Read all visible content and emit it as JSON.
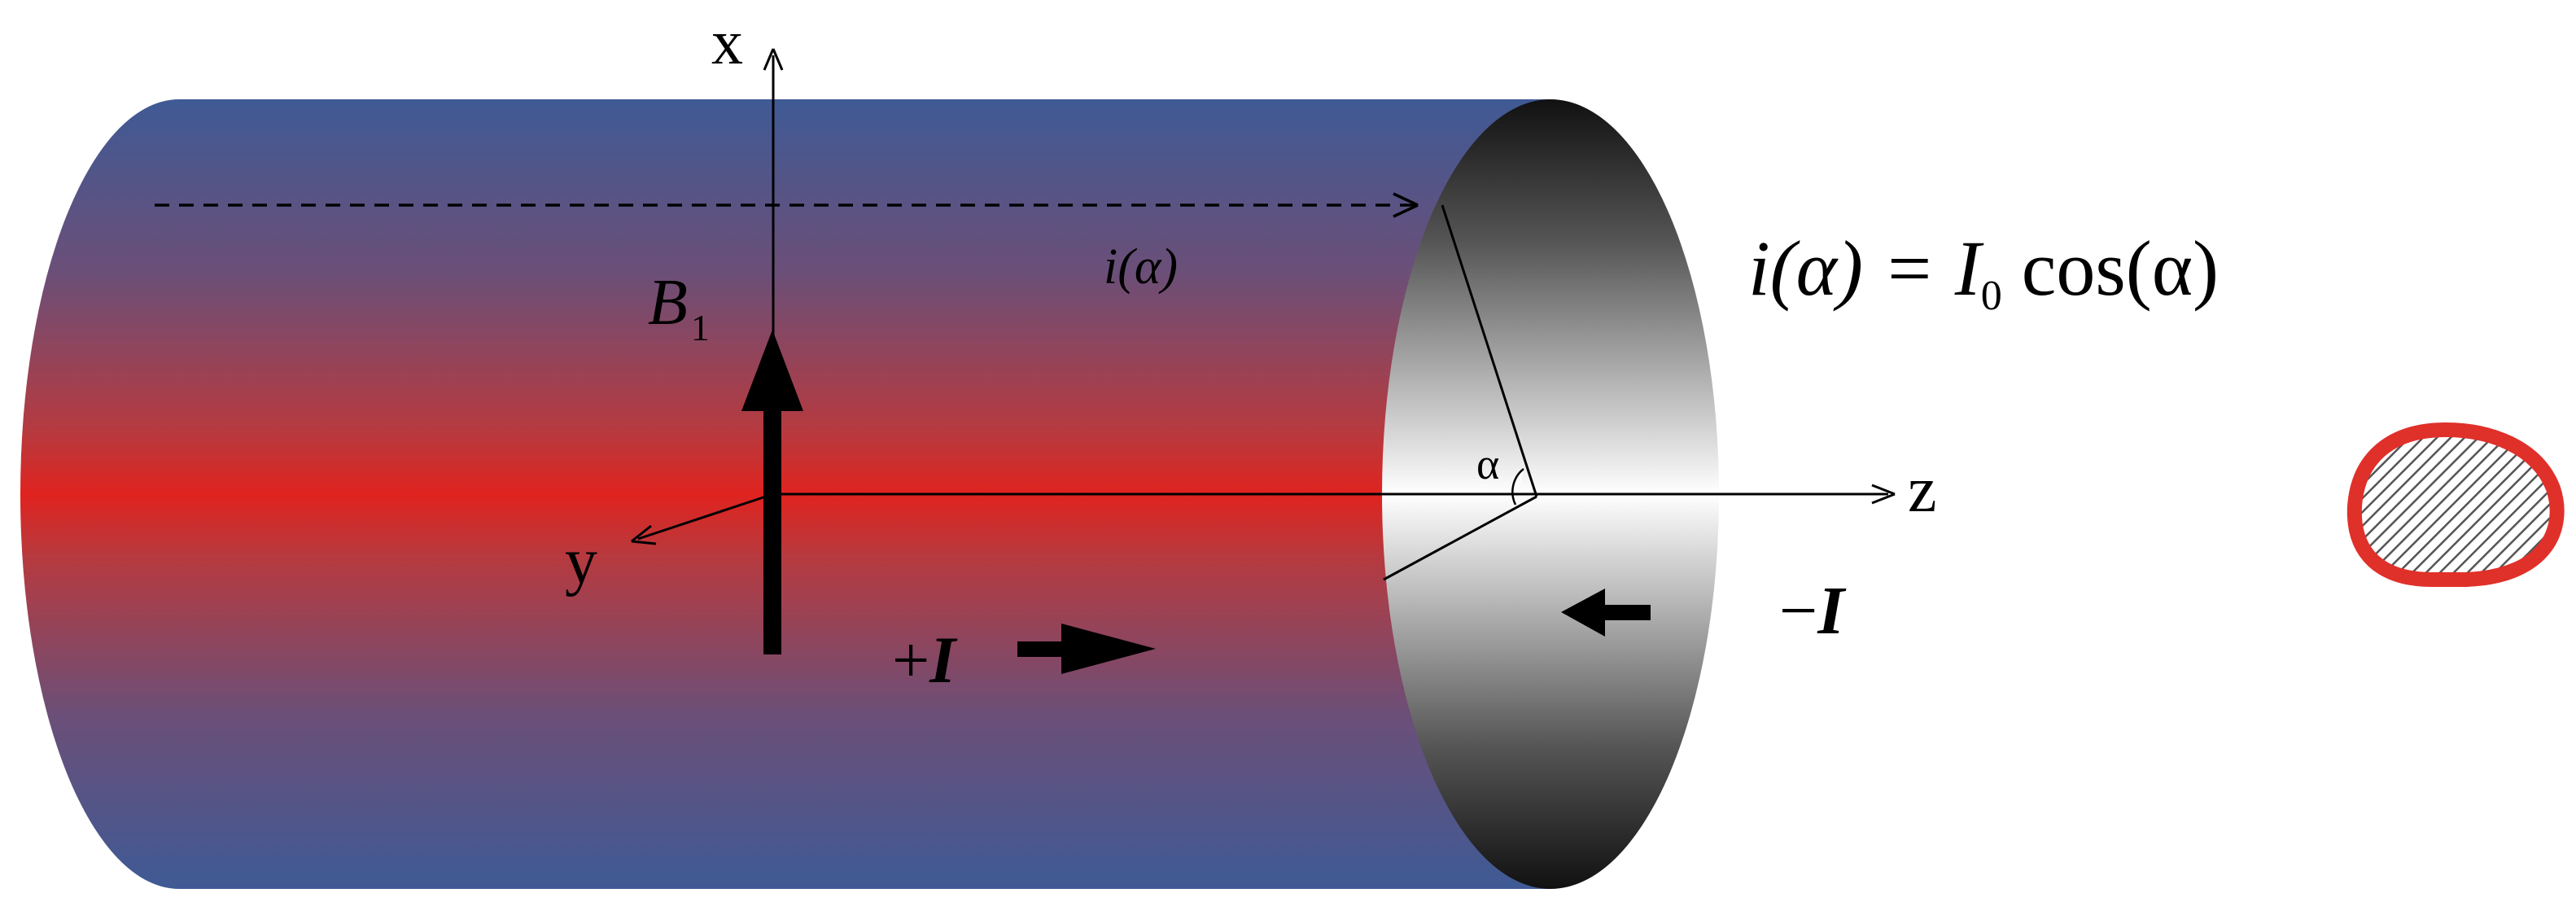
{
  "labels": {
    "axis_x": "x",
    "axis_y": "y",
    "axis_z": "z",
    "field_symbol": "B",
    "field_subscript": "1",
    "current_dist_label": "i(α)",
    "angle_label": "α",
    "plus_current": "+",
    "plus_current_symbol": "I",
    "minus_current": "−",
    "minus_current_symbol": "I"
  },
  "formula": {
    "lhs": "i(α) = ",
    "current_symbol": "I",
    "subscript": "0",
    "rhs": " cos(α)"
  },
  "colors": {
    "cylinder_edge": "#3f5a95",
    "cylinder_core": "#e0231f",
    "end_face_dark": "#111111",
    "end_face_light": "#ffffff",
    "cross_section_border": "#e0302a",
    "cross_section_fill": "#9a9a9a"
  }
}
